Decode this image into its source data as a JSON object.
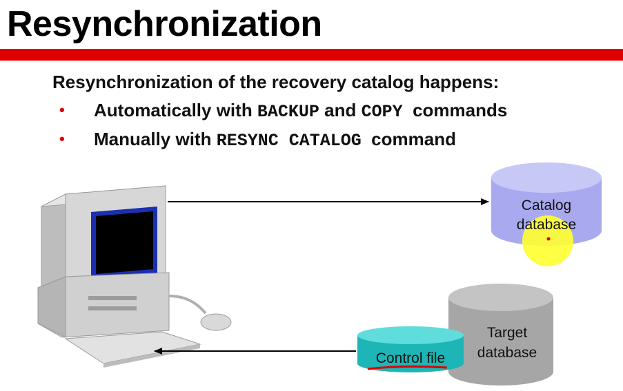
{
  "slide": {
    "title": "Resynchronization",
    "intro": "Resynchronization of the recovery catalog happens:",
    "bullets": [
      {
        "prefix": "Automatically with ",
        "code1": "BACKUP",
        "middle": " and ",
        "code2": "COPY",
        "suffix": "  commands"
      },
      {
        "prefix": "Manually with ",
        "code1": "RESYNC CATALOG",
        "suffix": "  command"
      }
    ],
    "bullet_glyph": "•"
  },
  "diagram": {
    "catalog_db": {
      "line1": "Catalog",
      "line2": "database"
    },
    "target_db": {
      "line1": "Target",
      "line2": "database"
    },
    "control_file": "Control file"
  },
  "colors": {
    "accent_red": "#e00000",
    "catalog_fill": "#a9a9ef",
    "catalog_top": "#c8c8f7",
    "target_fill": "#a6a6a6",
    "target_top": "#c4c4c4",
    "control_fill": "#1db5b5",
    "control_top": "#5fdcdc",
    "highlight_yellow": "#ffff33",
    "screen_blue": "#1c2fb0"
  }
}
